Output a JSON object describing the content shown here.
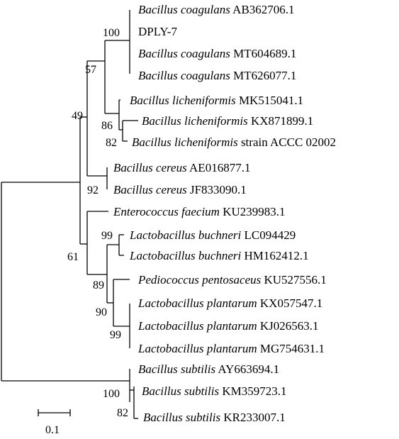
{
  "leaves": [
    {
      "genus": "Bacillus",
      "species": "coagulans",
      "accession": "AB362706.1"
    },
    {
      "strain": "DPLY-7"
    },
    {
      "genus": "Bacillus",
      "species": "coagulans",
      "accession": "MT604689.1"
    },
    {
      "genus": "Bacillus",
      "species": "coagulans",
      "accession": "MT626077.1"
    },
    {
      "genus": "Bacillus",
      "species": "licheniformis",
      "accession": "MK515041.1"
    },
    {
      "genus": "Bacillus",
      "species": "licheniformis",
      "accession": "KX871899.1"
    },
    {
      "genus": "Bacillus",
      "species": "licheniformis",
      "accession": "strain ACCC 02002"
    },
    {
      "genus": "Bacillus",
      "species": "cereus",
      "accession": "AE016877.1"
    },
    {
      "genus": "Bacillus",
      "species": "cereus",
      "accession": "JF833090.1"
    },
    {
      "genus": "Enterococcus",
      "species": "faecium",
      "accession": "KU239983.1"
    },
    {
      "genus": "Lactobacillus",
      "species": "buchneri",
      "accession": "LC094429"
    },
    {
      "genus": "Lactobacillus",
      "species": "buchneri",
      "accession": "HM162412.1"
    },
    {
      "genus": "Pediococcus",
      "species": "pentosaceus",
      "accession": "KU527556.1"
    },
    {
      "genus": "Lactobacillus",
      "species": "plantarum",
      "accession": "KX057547.1"
    },
    {
      "genus": "Lactobacillus",
      "species": "plantarum",
      "accession": "KJ026563.1"
    },
    {
      "genus": "Lactobacillus",
      "species": "plantarum",
      "accession": "MG754631.1"
    },
    {
      "genus": "Bacillus",
      "species": "subtilis",
      "accession": "AY663694.1"
    },
    {
      "genus": "Bacillus",
      "species": "subtilis",
      "accession": "KM359723.1"
    },
    {
      "genus": "Bacillus",
      "species": "subtilis",
      "accession": "KR233007.1"
    }
  ],
  "bootstrap": {
    "coagulans_clade": "100",
    "coagulans_licheniformis": "57",
    "licheniformis_clade": "86",
    "licheniformis_pair": "82",
    "upper_group": "49",
    "cereus_clade": "92",
    "lower_group": "61",
    "buchneri_clade": "99",
    "lacto_group": "89",
    "pedio_plantarum": "90",
    "plantarum_pair": "99",
    "subtilis_clade": "100",
    "subtilis_pair": "82"
  },
  "scale_bar": {
    "value": "0.1"
  }
}
